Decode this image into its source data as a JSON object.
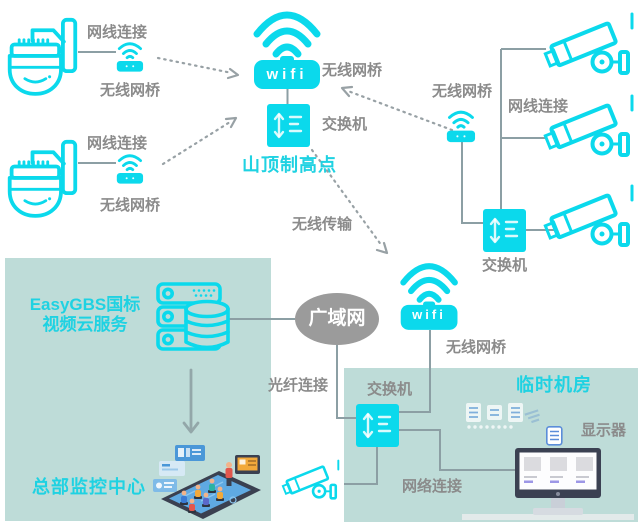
{
  "colors": {
    "cyan": "#0BD9EC",
    "cyantext": "#1FD2E2",
    "panel": "#BEDCD8",
    "line": "#8C9FA4",
    "dot": "#98A1A5",
    "label": "#8B8B8B",
    "wan": "#9B9B9B",
    "monitor": "#3B4152"
  },
  "nodes": {
    "camera1": {
      "cable": "网线连接",
      "bridge": "无线网桥"
    },
    "camera2": {
      "cable": "网线连接",
      "bridge": "无线网桥"
    },
    "hilltop": {
      "wifi": "wifi",
      "bridge": "无线网桥",
      "switch": "交换机",
      "title": "山顶制高点"
    },
    "right_cluster": {
      "bridge": "无线网桥",
      "cable": "网线连接",
      "switch": "交换机"
    },
    "relay": {
      "wifi": "wifi",
      "bridge": "无线网桥"
    },
    "links": {
      "wireless": "无线传输",
      "fiber": "光纤连接"
    },
    "wan": {
      "label": "广域网"
    },
    "cloud": {
      "title1": "EasyGBS国标",
      "title2": "视频云服务",
      "hq": "总部监控中心"
    },
    "room": {
      "title": "临时机房",
      "switch": "交换机",
      "network": "网络连接",
      "display": "显示器"
    }
  }
}
